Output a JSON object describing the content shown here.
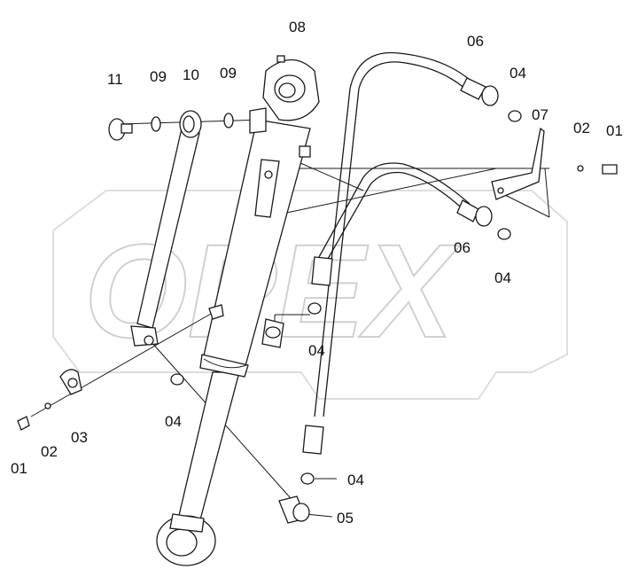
{
  "watermark": {
    "text": "OPEX"
  },
  "callouts": [
    {
      "id": "lbl-08",
      "text": "08"
    },
    {
      "id": "lbl-06a",
      "text": "06"
    },
    {
      "id": "lbl-04a",
      "text": "04"
    },
    {
      "id": "lbl-11",
      "text": "11"
    },
    {
      "id": "lbl-09a",
      "text": "09"
    },
    {
      "id": "lbl-10",
      "text": "10"
    },
    {
      "id": "lbl-09b",
      "text": "09"
    },
    {
      "id": "lbl-07",
      "text": "07"
    },
    {
      "id": "lbl-02a",
      "text": "02"
    },
    {
      "id": "lbl-01a",
      "text": "01"
    },
    {
      "id": "lbl-06b",
      "text": "06"
    },
    {
      "id": "lbl-04b",
      "text": "04"
    },
    {
      "id": "lbl-04c",
      "text": "04"
    },
    {
      "id": "lbl-04d",
      "text": "04"
    },
    {
      "id": "lbl-03",
      "text": "03"
    },
    {
      "id": "lbl-01b",
      "text": "01"
    },
    {
      "id": "lbl-02b",
      "text": "02"
    },
    {
      "id": "lbl-04e",
      "text": "04"
    },
    {
      "id": "lbl-05",
      "text": "05"
    }
  ]
}
